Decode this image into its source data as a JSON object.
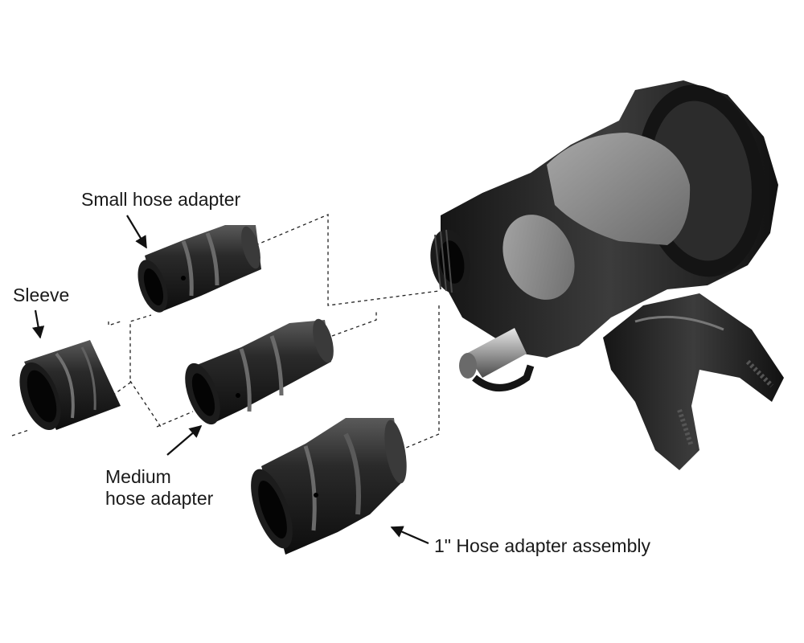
{
  "figure": {
    "labels": {
      "small_hose_adapter": "Small hose adapter",
      "sleeve": "Sleeve",
      "medium_hose_adapter_line1": "Medium",
      "medium_hose_adapter_line2": "hose adapter",
      "hose_adapter_assembly": "1\" Hose adapter assembly"
    }
  }
}
